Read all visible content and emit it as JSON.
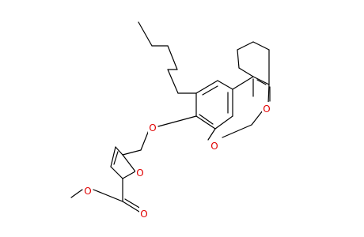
{
  "molecule": {
    "atom_labels": {
      "ether_oxygen": "O",
      "ring_oxygen_lactone": "O",
      "carbonyl_oxygen_lactone": "O",
      "furan_oxygen": "O",
      "ester_carbonyl_oxygen": "O",
      "ester_oxygen": "O"
    },
    "colors": {
      "bond": "#000000",
      "heteroatom": "#e00000",
      "background": "#ffffff"
    }
  }
}
